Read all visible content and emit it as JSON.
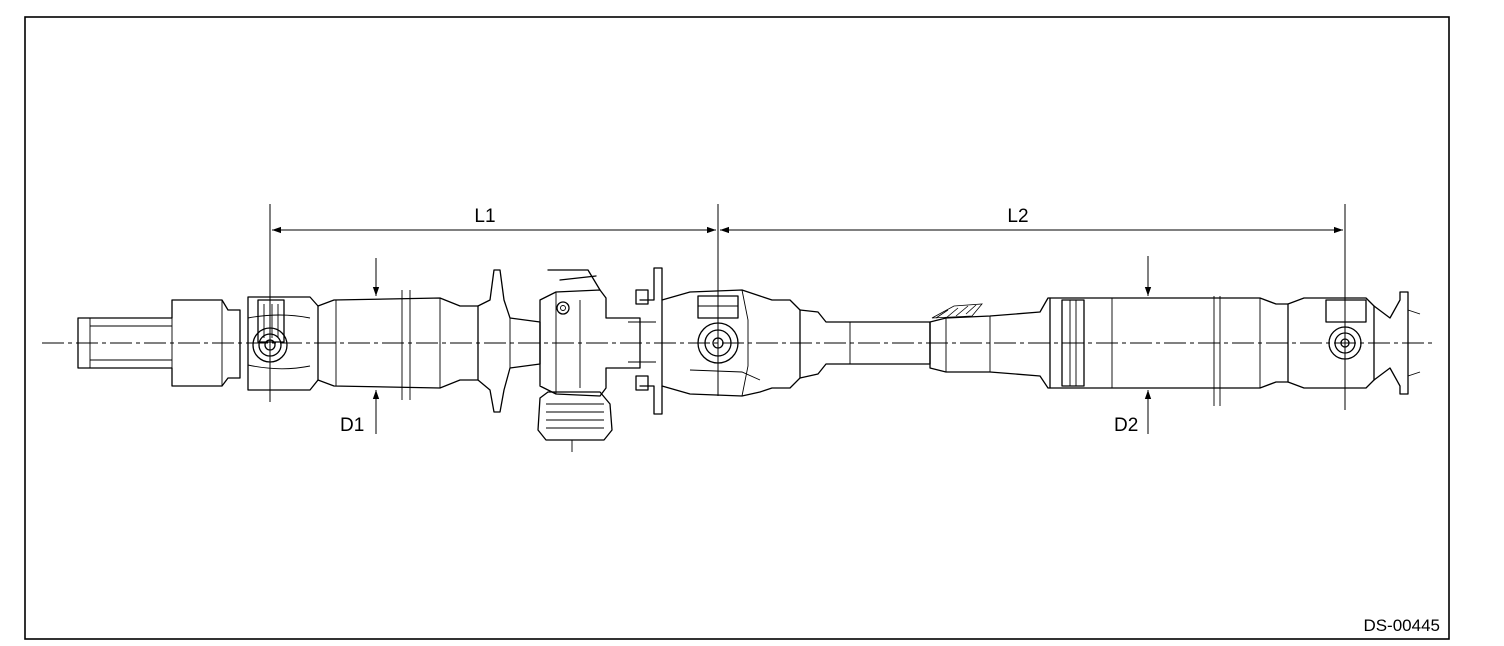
{
  "labels": {
    "l1": "L1",
    "l2": "L2",
    "d1": "D1",
    "d2": "D2"
  },
  "figure_code": "DS-00445",
  "colors": {
    "line": "#000000",
    "background": "#ffffff"
  }
}
